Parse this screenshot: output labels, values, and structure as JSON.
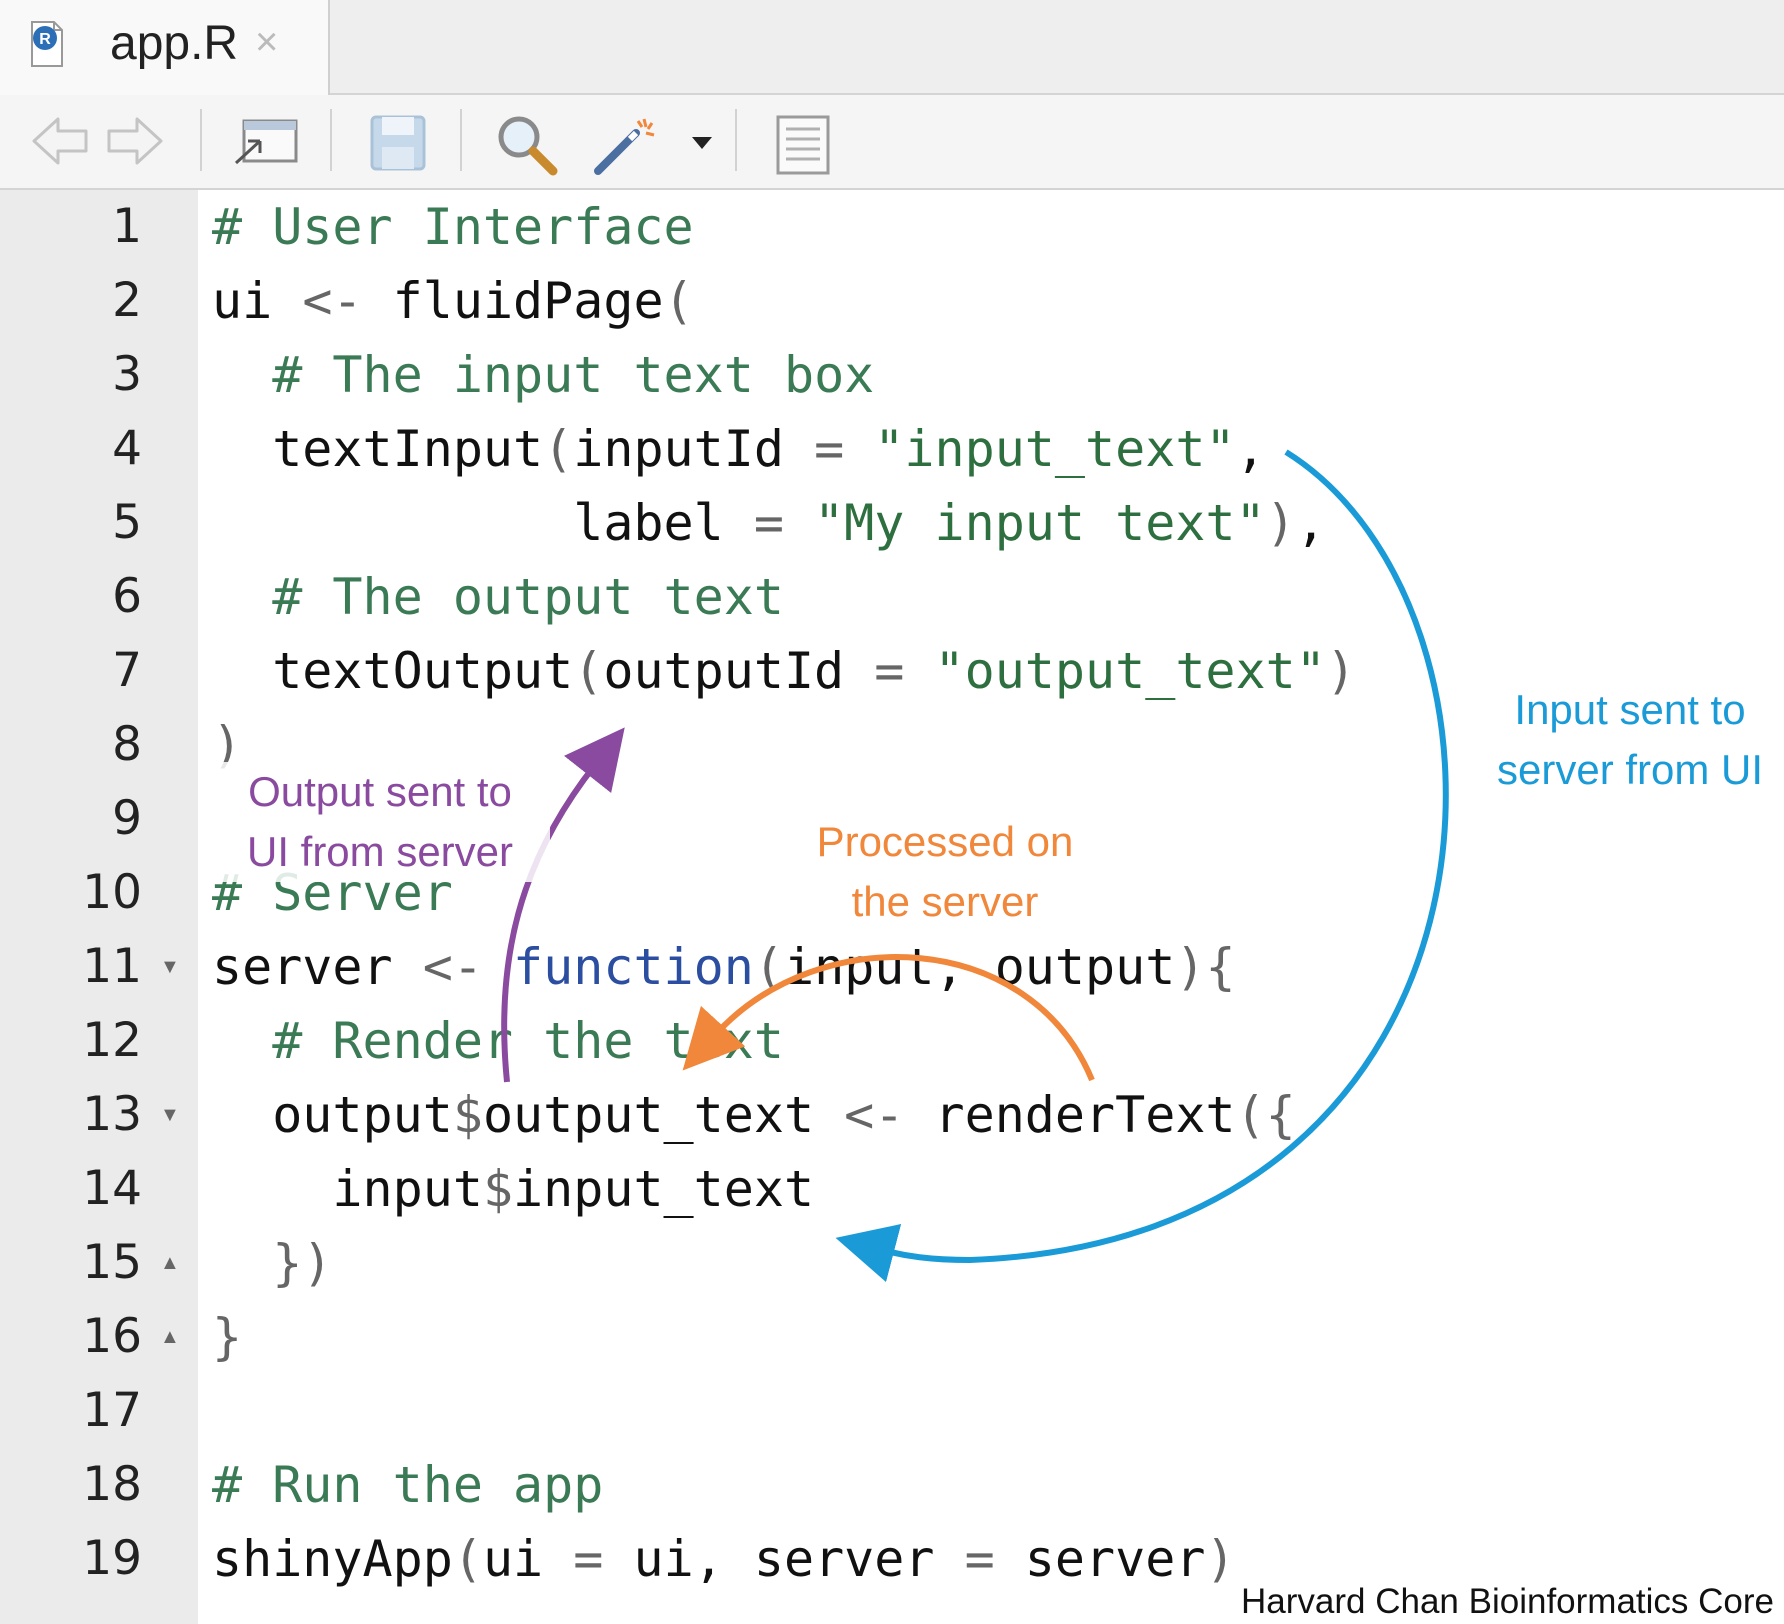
{
  "tab": {
    "icon": "r-file-icon",
    "title": "app.R",
    "close": "×"
  },
  "toolbar": {
    "icons": [
      "back-arrow-icon",
      "forward-arrow-icon",
      "show-in-window-icon",
      "save-icon",
      "find-icon",
      "code-tools-wand-icon",
      "dropdown-caret-icon",
      "compile-report-icon"
    ]
  },
  "editor": {
    "line_numbers": [
      "1",
      "2",
      "3",
      "4",
      "5",
      "6",
      "7",
      "8",
      "9",
      "10",
      "11",
      "12",
      "13",
      "14",
      "15",
      "16",
      "17",
      "18",
      "19"
    ],
    "lines": [
      {
        "text": "# User Interface"
      },
      {
        "text": "ui <- fluidPage("
      },
      {
        "text": "  # The input text box"
      },
      {
        "text": "  textInput(inputId = \"input_text\","
      },
      {
        "text": "            label = \"My input text\"),"
      },
      {
        "text": "  # The output text"
      },
      {
        "text": "  textOutput(outputId = \"output_text\")"
      },
      {
        "text": ")"
      },
      {
        "text": ""
      },
      {
        "text": "# Server"
      },
      {
        "text": "server <- function(input, output){"
      },
      {
        "text": "  # Render the text"
      },
      {
        "text": "  output$output_text <- renderText({"
      },
      {
        "text": "    input$input_text"
      },
      {
        "text": "  })"
      },
      {
        "text": "}"
      },
      {
        "text": ""
      },
      {
        "text": "# Run the app"
      },
      {
        "text": "shinyApp(ui = ui, server = server)"
      }
    ]
  },
  "annotations": {
    "output_label": [
      "Output sent to",
      "UI from server"
    ],
    "processed_label": [
      "Processed on",
      "the server"
    ],
    "input_label": [
      "Input sent to",
      "server from UI"
    ],
    "colors": {
      "output": "#8a4a9f",
      "processed": "#f0873a",
      "input": "#1a9bd7"
    }
  },
  "credit": "Harvard Chan Bioinformatics Core"
}
